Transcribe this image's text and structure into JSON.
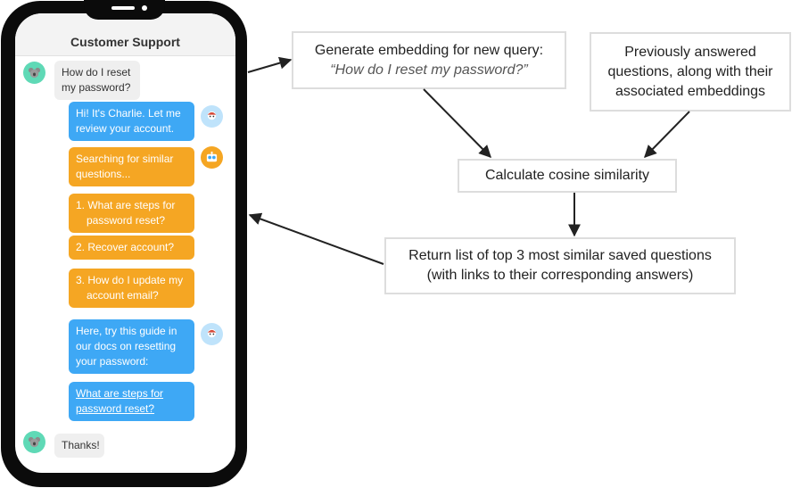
{
  "phone": {
    "header_title": "Customer Support",
    "messages": {
      "user_question": "How do I reset my password?",
      "agent_greeting": "Hi! It's Charlie. Let me review your account.",
      "bot_searching": "Searching for similar questions...",
      "bot_result_1": "1. What are steps for password reset?",
      "bot_result_2": "2. Recover account?",
      "bot_result_3": "3. How do I update my account email?",
      "agent_guide": "Here, try this guide in our docs on resetting your password:",
      "agent_link": "What are steps for password reset?",
      "user_thanks": "Thanks!"
    }
  },
  "diagram": {
    "generate_title": "Generate embedding for new query:",
    "generate_query": "“How do I reset my password?”",
    "previous": "Previously answered questions, along with their associated embeddings",
    "cosine": "Calculate cosine similarity",
    "return_list": "Return list of top 3 most similar saved questions (with links to their corresponding answers)"
  },
  "colors": {
    "user_avatar": "#5fd9b6",
    "agent_bubble": "#3ea8f5",
    "bot_bubble": "#f5a623",
    "gray_bubble": "#efefef",
    "box_border": "#dddddd",
    "arrow": "#222222"
  }
}
